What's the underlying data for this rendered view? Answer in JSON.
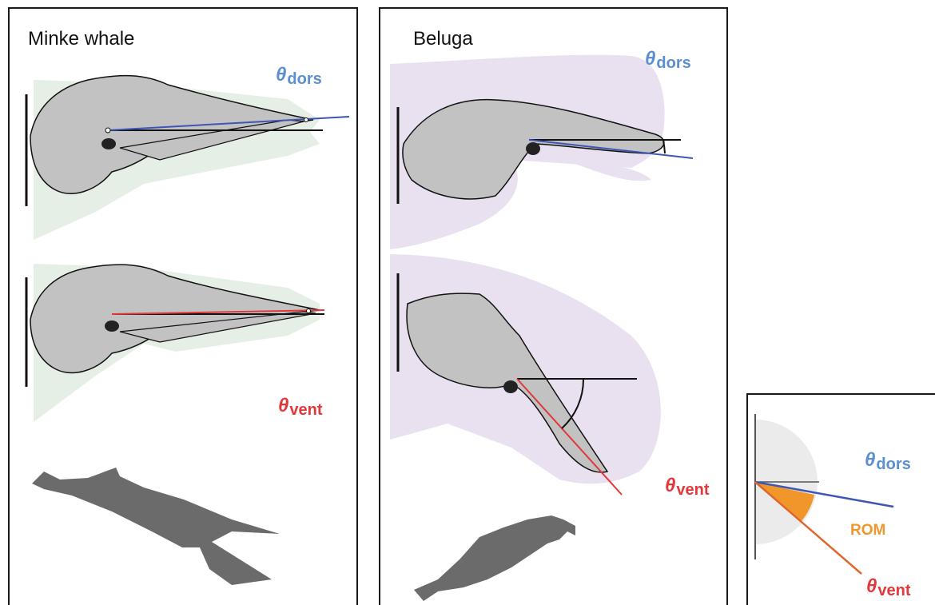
{
  "panels": {
    "minke": {
      "title": "Minke whale",
      "theta_dors": {
        "symbol": "θ",
        "subscript": "dors"
      },
      "theta_vent": {
        "symbol": "θ",
        "subscript": "vent"
      }
    },
    "beluga": {
      "title": "Beluga",
      "theta_dors": {
        "symbol": "θ",
        "subscript": "dors"
      },
      "theta_vent": {
        "symbol": "θ",
        "subscript": "vent"
      }
    },
    "legend": {
      "theta_dors": {
        "symbol": "θ",
        "subscript": "dors"
      },
      "rom_label": "ROM",
      "theta_vent": {
        "symbol": "θ",
        "subscript": "vent"
      }
    }
  },
  "colors": {
    "dorsal": "#5b8fd1",
    "ventral": "#e2383b",
    "rom": "#f0962b",
    "minke_envelope": "#e6efe6",
    "beluga_envelope": "#e9e0f0",
    "skull": "#c2c2c2",
    "silhouette": "#6b6b6b"
  }
}
